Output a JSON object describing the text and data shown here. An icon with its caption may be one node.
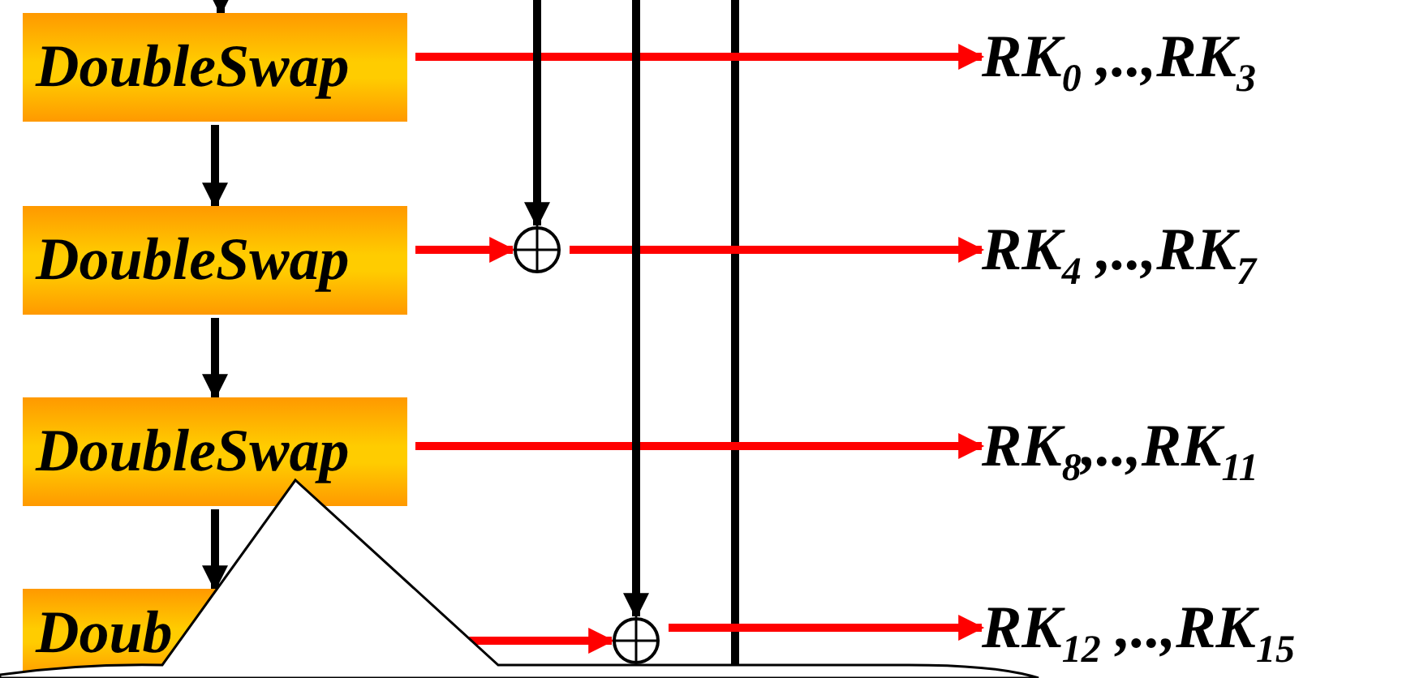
{
  "diagram": {
    "nodes": [
      {
        "text": [
          "DoubleSwap"
        ]
      },
      {
        "text": [
          "DoubleSwap"
        ]
      },
      {
        "text": [
          "DoubleSwap"
        ]
      },
      {
        "text": [
          "Doub"
        ]
      },
      {
        "text": [],
        "shape": "circle"
      },
      {
        "text": [],
        "shape": "circle"
      },
      {
        "text": [
          "RK$_{0}$ ,..,RK$_{3}$"
        ]
      },
      {
        "text": [
          "RK$_{4}$ ,..,RK$_{7}$"
        ]
      },
      {
        "text": [
          "RK$_{8}$,..,RK$_{11}$"
        ]
      },
      {
        "text": [
          "RK$_{12}$ ,..,RK$_{15}$"
        ]
      }
    ],
    "edges": [
      {
        "from": null,
        "to": 0,
        "arrow": "to",
        "color": "#000000"
      },
      {
        "from": 0,
        "to": 1,
        "arrow": "to",
        "color": "#000000"
      },
      {
        "from": 1,
        "to": 2,
        "arrow": "to",
        "color": "#000000"
      },
      {
        "from": 2,
        "to": 3,
        "arrow": "to",
        "color": "#000000"
      },
      {
        "from": 0,
        "to": 6,
        "arrow": "to",
        "color": "#ff0000"
      },
      {
        "from": 1,
        "to": 4,
        "arrow": "to",
        "color": "#ff0000"
      },
      {
        "from": 4,
        "to": 7,
        "arrow": "to",
        "color": "#ff0000"
      },
      {
        "from": 2,
        "to": 8,
        "arrow": "to",
        "color": "#ff0000"
      },
      {
        "from": 3,
        "to": 5,
        "arrow": "to",
        "color": "#ff0000"
      },
      {
        "from": 5,
        "to": 9,
        "arrow": "to",
        "color": "#ff0000"
      },
      {
        "from": null,
        "to": 4,
        "arrow": "to",
        "color": "#000000"
      },
      {
        "from": null,
        "to": 5,
        "arrow": "to",
        "color": "#000000"
      }
    ]
  }
}
